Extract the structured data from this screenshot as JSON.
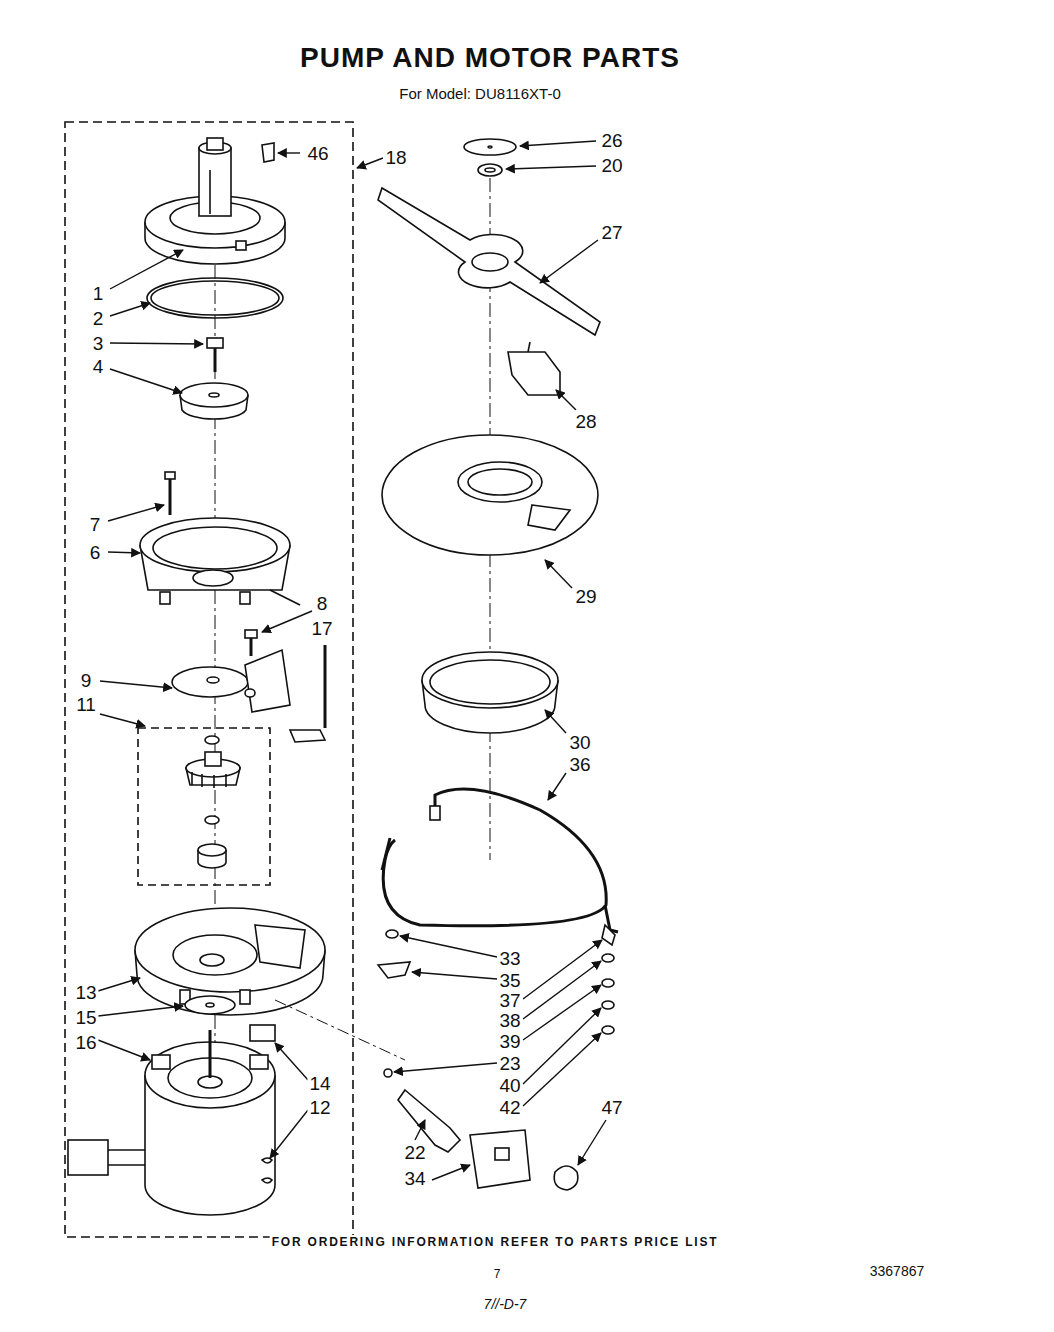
{
  "diagram": {
    "title": "PUMP AND MOTOR PARTS",
    "caption": "FOR ORDERING INFORMATION REFER TO PARTS PRICE LIST",
    "labels": [
      "For Model: DU8116XT-0",
      "46",
      "18",
      "26",
      "20",
      "27",
      "1",
      "2",
      "3",
      "4",
      "28",
      "7",
      "6",
      "29",
      "8",
      "17",
      "9",
      "11",
      "30",
      "36",
      "33",
      "35",
      "13",
      "37",
      "38",
      "15",
      "39",
      "16",
      "23",
      "14",
      "40",
      "12",
      "42",
      "47",
      "22",
      "34",
      "7",
      "3367867",
      "7//-D-7"
    ]
  }
}
